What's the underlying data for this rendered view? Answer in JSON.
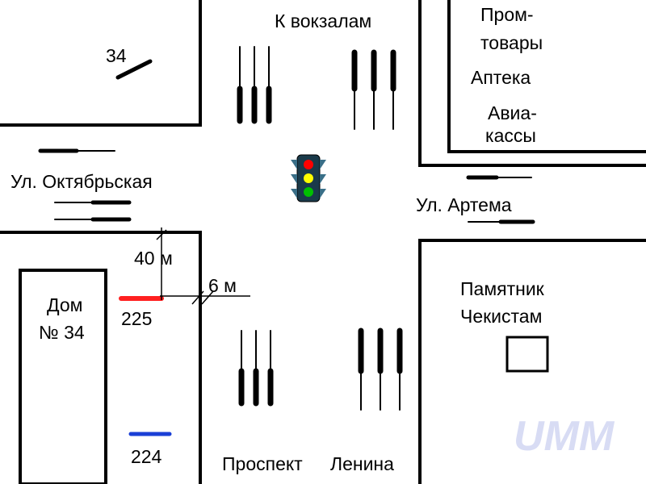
{
  "labels": {
    "to_stations": "К вокзалам",
    "prom_1": "Пром-",
    "prom_2": "товары",
    "pharmacy": "Аптека",
    "avia_1": "Авиа-",
    "avia_2": "кассы",
    "oktyabrskaya": "Ул. Октябрьская",
    "artema": "Ул. Артема",
    "house_1": "Дом",
    "house_2": "№ 34",
    "monument_1": "Памятник",
    "monument_2": "Чекистам",
    "prospekt": "Проспект",
    "lenina": "Ленина",
    "dist_40": "40 м",
    "dist_6": "6 м",
    "stop_34": "34",
    "stop_225": "225",
    "stop_224": "224",
    "watermark": "UMM"
  },
  "colors": {
    "ink": "#000000",
    "stop_225": "#ff2020",
    "stop_224": "#1a3fd6",
    "watermark": "#d8dcf4",
    "traffic_light_body": "#1a3a4a",
    "light_red": "#ff0000",
    "light_yellow": "#ffff00",
    "light_green": "#00c000"
  },
  "icons": [
    "traffic-light-icon",
    "monument-icon",
    "traffic-arrow-icon",
    "tram-track-icon"
  ]
}
